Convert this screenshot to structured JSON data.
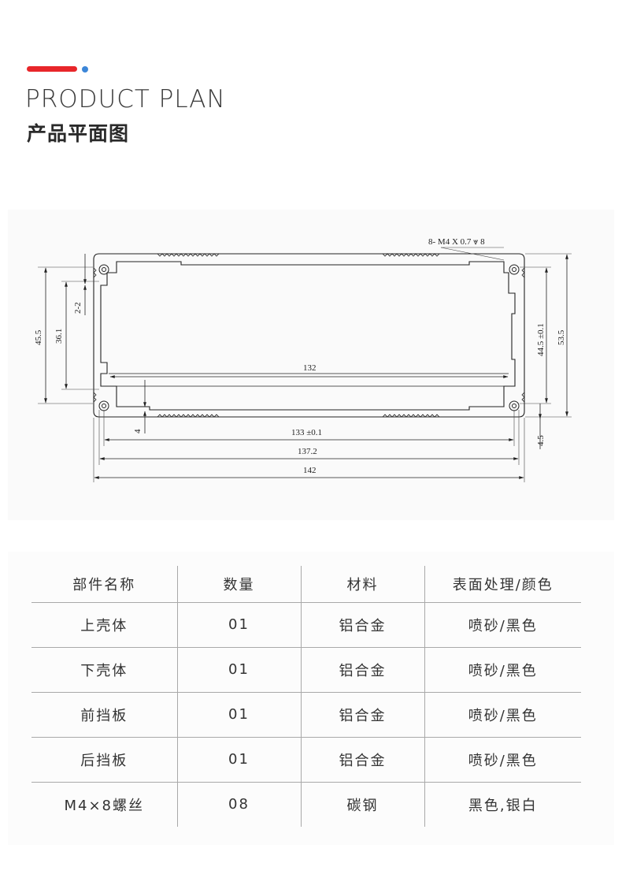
{
  "header": {
    "title_en": "PRODUCT PLAN",
    "title_cn": "产品平面图",
    "accent_color": "#e8262a",
    "dot_color": "#3c86d8"
  },
  "drawing": {
    "hole_callout": "8- M4 X 0.7 ⩔ 8",
    "dims": {
      "inner_width": "132",
      "mid_width": "133 ±0.1",
      "width_137": "137.2",
      "total_width": "142",
      "left_height_outer": "45.5",
      "left_height_inner": "36.1",
      "left_step": "2-2",
      "rail_depth": "4",
      "right_height_inner": "44.5 ±0.1",
      "total_height": "53.5",
      "right_bottom": "4.5"
    }
  },
  "table": {
    "headers": [
      "部件名称",
      "数量",
      "材料",
      "表面处理/颜色"
    ],
    "rows": [
      [
        "上壳体",
        "01",
        "铝合金",
        "喷砂/黑色"
      ],
      [
        "下壳体",
        "01",
        "铝合金",
        "喷砂/黑色"
      ],
      [
        "前挡板",
        "01",
        "铝合金",
        "喷砂/黑色"
      ],
      [
        "后挡板",
        "01",
        "铝合金",
        "喷砂/黑色"
      ],
      [
        "M4×8螺丝",
        "08",
        "碳钢",
        "黑色,银白"
      ]
    ]
  }
}
